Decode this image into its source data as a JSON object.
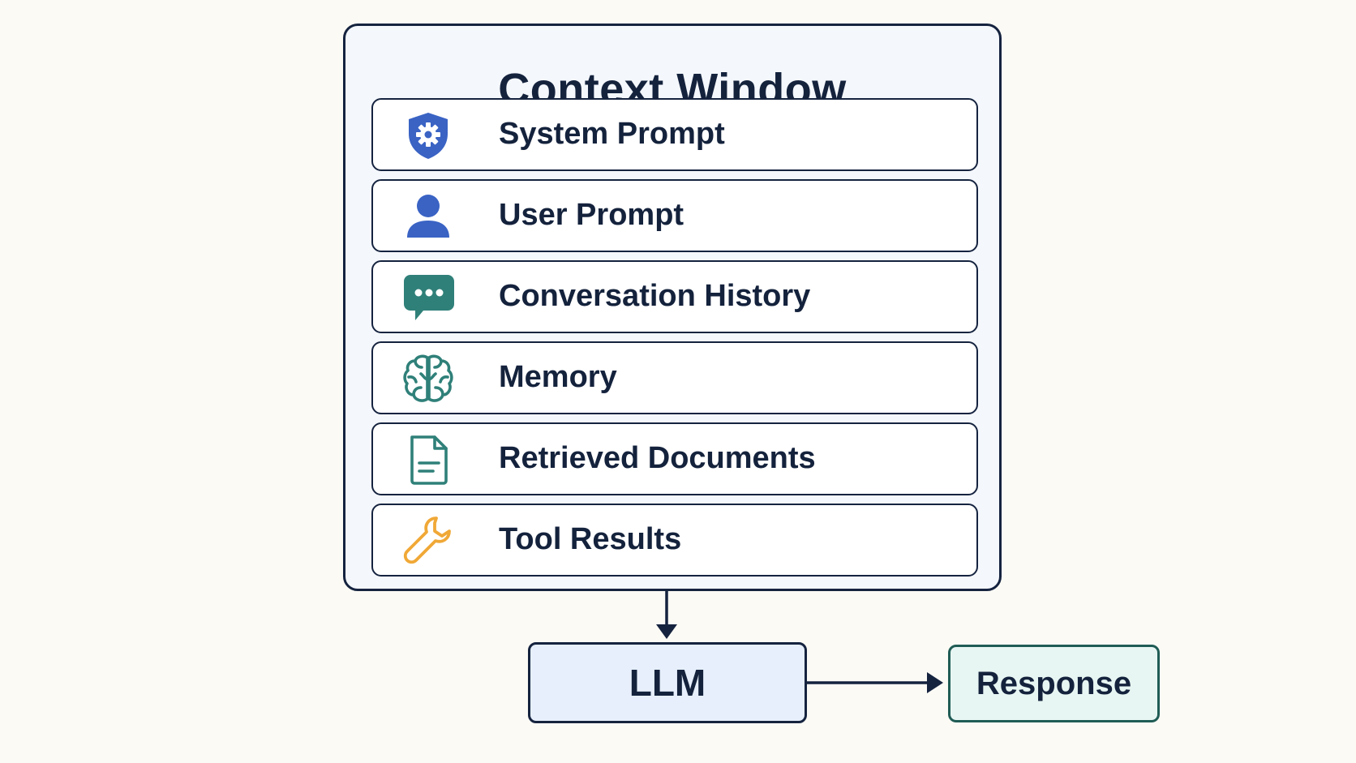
{
  "context_window": {
    "title": "Context Window",
    "items": [
      {
        "label": "System Prompt",
        "icon": "shield-gear-icon",
        "color": "#3a63c4"
      },
      {
        "label": "User Prompt",
        "icon": "user-icon",
        "color": "#3a63c4"
      },
      {
        "label": "Conversation History",
        "icon": "chat-bubble-icon",
        "color": "#2f8079"
      },
      {
        "label": "Memory",
        "icon": "brain-icon",
        "color": "#2f8079"
      },
      {
        "label": "Retrieved Documents",
        "icon": "document-icon",
        "color": "#2f8079"
      },
      {
        "label": "Tool Results",
        "icon": "wrench-icon",
        "color": "#f0a836"
      }
    ]
  },
  "llm": {
    "label": "LLM"
  },
  "response": {
    "label": "Response"
  },
  "colors": {
    "background": "#fcfaf5",
    "stroke": "#15233f",
    "llm_fill": "#e6effb",
    "response_fill": "#e8f6f3",
    "response_stroke": "#1f5c55"
  }
}
